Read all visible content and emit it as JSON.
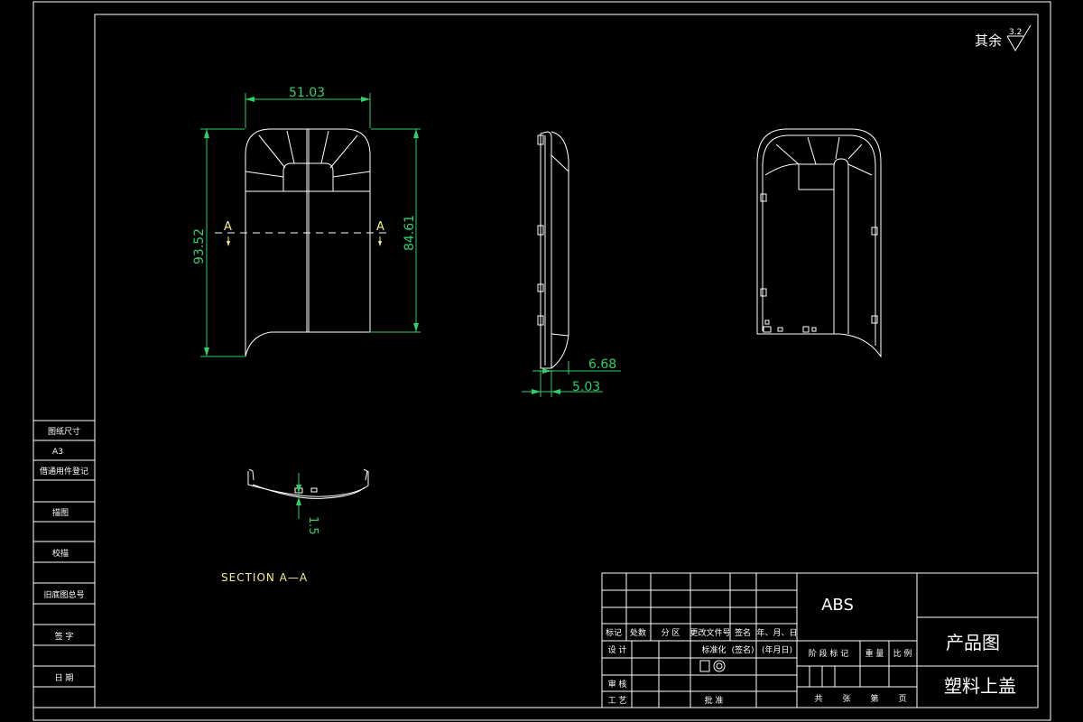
{
  "surface_finish": {
    "label": "其余",
    "value": "3.2"
  },
  "dimensions": {
    "width": "51.03",
    "height_overall": "93.52",
    "height_body": "84.61",
    "thickness_a": "6.68",
    "thickness_b": "5.03",
    "wall": "1.5"
  },
  "section": {
    "marker_left": "A",
    "marker_right": "A",
    "title": "SECTION  A—A"
  },
  "left_column": {
    "rows": [
      "图纸尺寸",
      "A3",
      "借通用件登记",
      "",
      "描图",
      "",
      "校描",
      "",
      "旧底图总号",
      "",
      "签  字",
      "",
      "日  期",
      ""
    ]
  },
  "title_block": {
    "material": "ABS",
    "drawing_type": "产品图",
    "part_name": "塑料上盖",
    "header_row": [
      "标记",
      "处数",
      "分 区",
      "更改文件号",
      "签名",
      "年、月、日"
    ],
    "row_design": [
      "设 计",
      "",
      "",
      "标准化",
      "(签名)",
      "(年月日)"
    ],
    "row_review": "审 核",
    "row_process": "工 艺",
    "approve": "批 准",
    "stage_headers": [
      "阶 段 标 记",
      "重 量",
      "比 例"
    ],
    "sheet_info": [
      "共",
      "张",
      "第",
      "页"
    ]
  }
}
